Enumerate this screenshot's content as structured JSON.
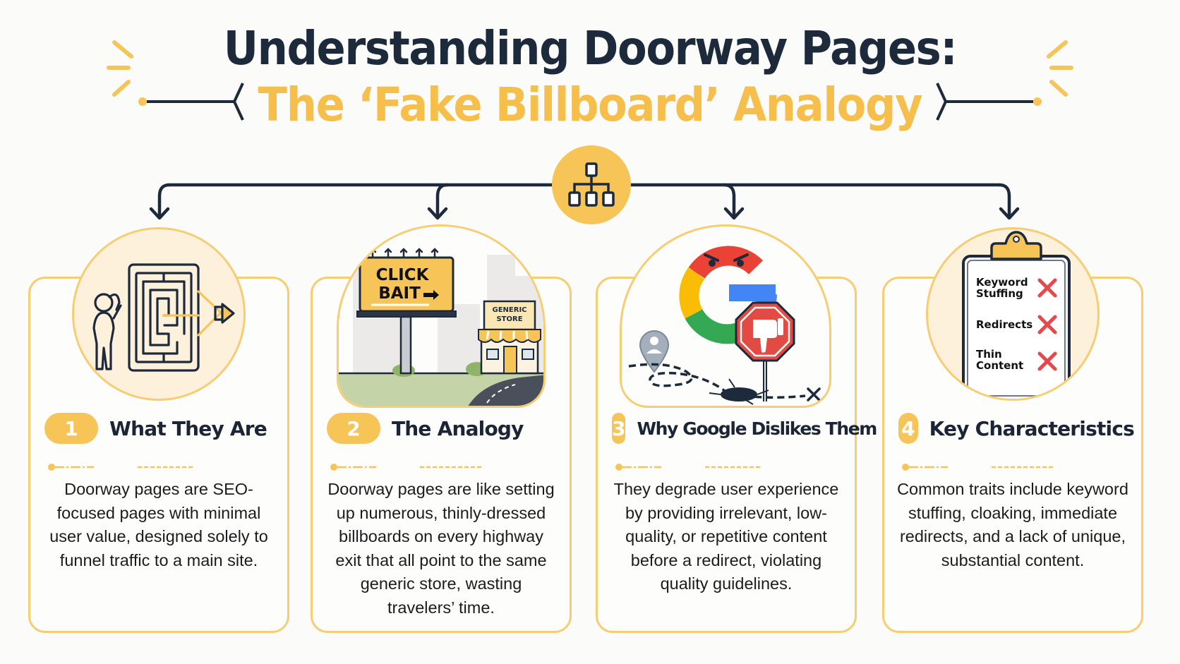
{
  "header": {
    "title_line1": "Understanding Doorway Pages:",
    "title_line2": "The ‘Fake Billboard’ Analogy"
  },
  "hub": {
    "icon": "sitemap-hierarchy-icon"
  },
  "colors": {
    "navy": "#1d2a3c",
    "accent_yellow": "#f6c457",
    "card_border": "#f7cd74",
    "bubble_fill": "#fdf1dc",
    "cross_red": "#e5484d",
    "google_red": "#ea4335",
    "google_yellow": "#fbbc05",
    "google_green": "#34a853",
    "google_blue": "#4285f4"
  },
  "cards": [
    {
      "number": "1",
      "title": "What They Are",
      "illustration": "confused-person-maze-funnel",
      "body": "Doorway pages are SEO-focused pages with minimal user value, designed solely to funnel traffic to a main site."
    },
    {
      "number": "2",
      "title": "The Analogy",
      "illustration": "clickbait-billboard-generic-store",
      "billboard_text_1": "CLICK",
      "billboard_text_2": "BAIT",
      "store_sign_1": "GENERIC",
      "store_sign_2": "STORE",
      "body": "Doorway pages are like setting up numerous, thinly-dressed billboards on every highway exit that all point to the same generic store, wasting travelers’ time."
    },
    {
      "number": "3",
      "title": "Why Google Dislikes Them",
      "illustration": "angry-google-logo-stop-sign-thumbs-down",
      "body": "They degrade user experience by providing irrelevant, low-quality, or repetitive content before a redirect, violating quality guidelines."
    },
    {
      "number": "4",
      "title": "Key Characteristics",
      "illustration": "clipboard-checklist",
      "checklist": [
        {
          "line1": "Keyword",
          "line2": "Stuffing",
          "mark": "cross"
        },
        {
          "line1": "Redirects",
          "line2": "",
          "mark": "cross"
        },
        {
          "line1": "Thin",
          "line2": "Content",
          "mark": "cross"
        }
      ],
      "body": "Common traits include keyword stuffing, cloaking, immediate redirects, and a lack of unique, substantial content."
    }
  ]
}
